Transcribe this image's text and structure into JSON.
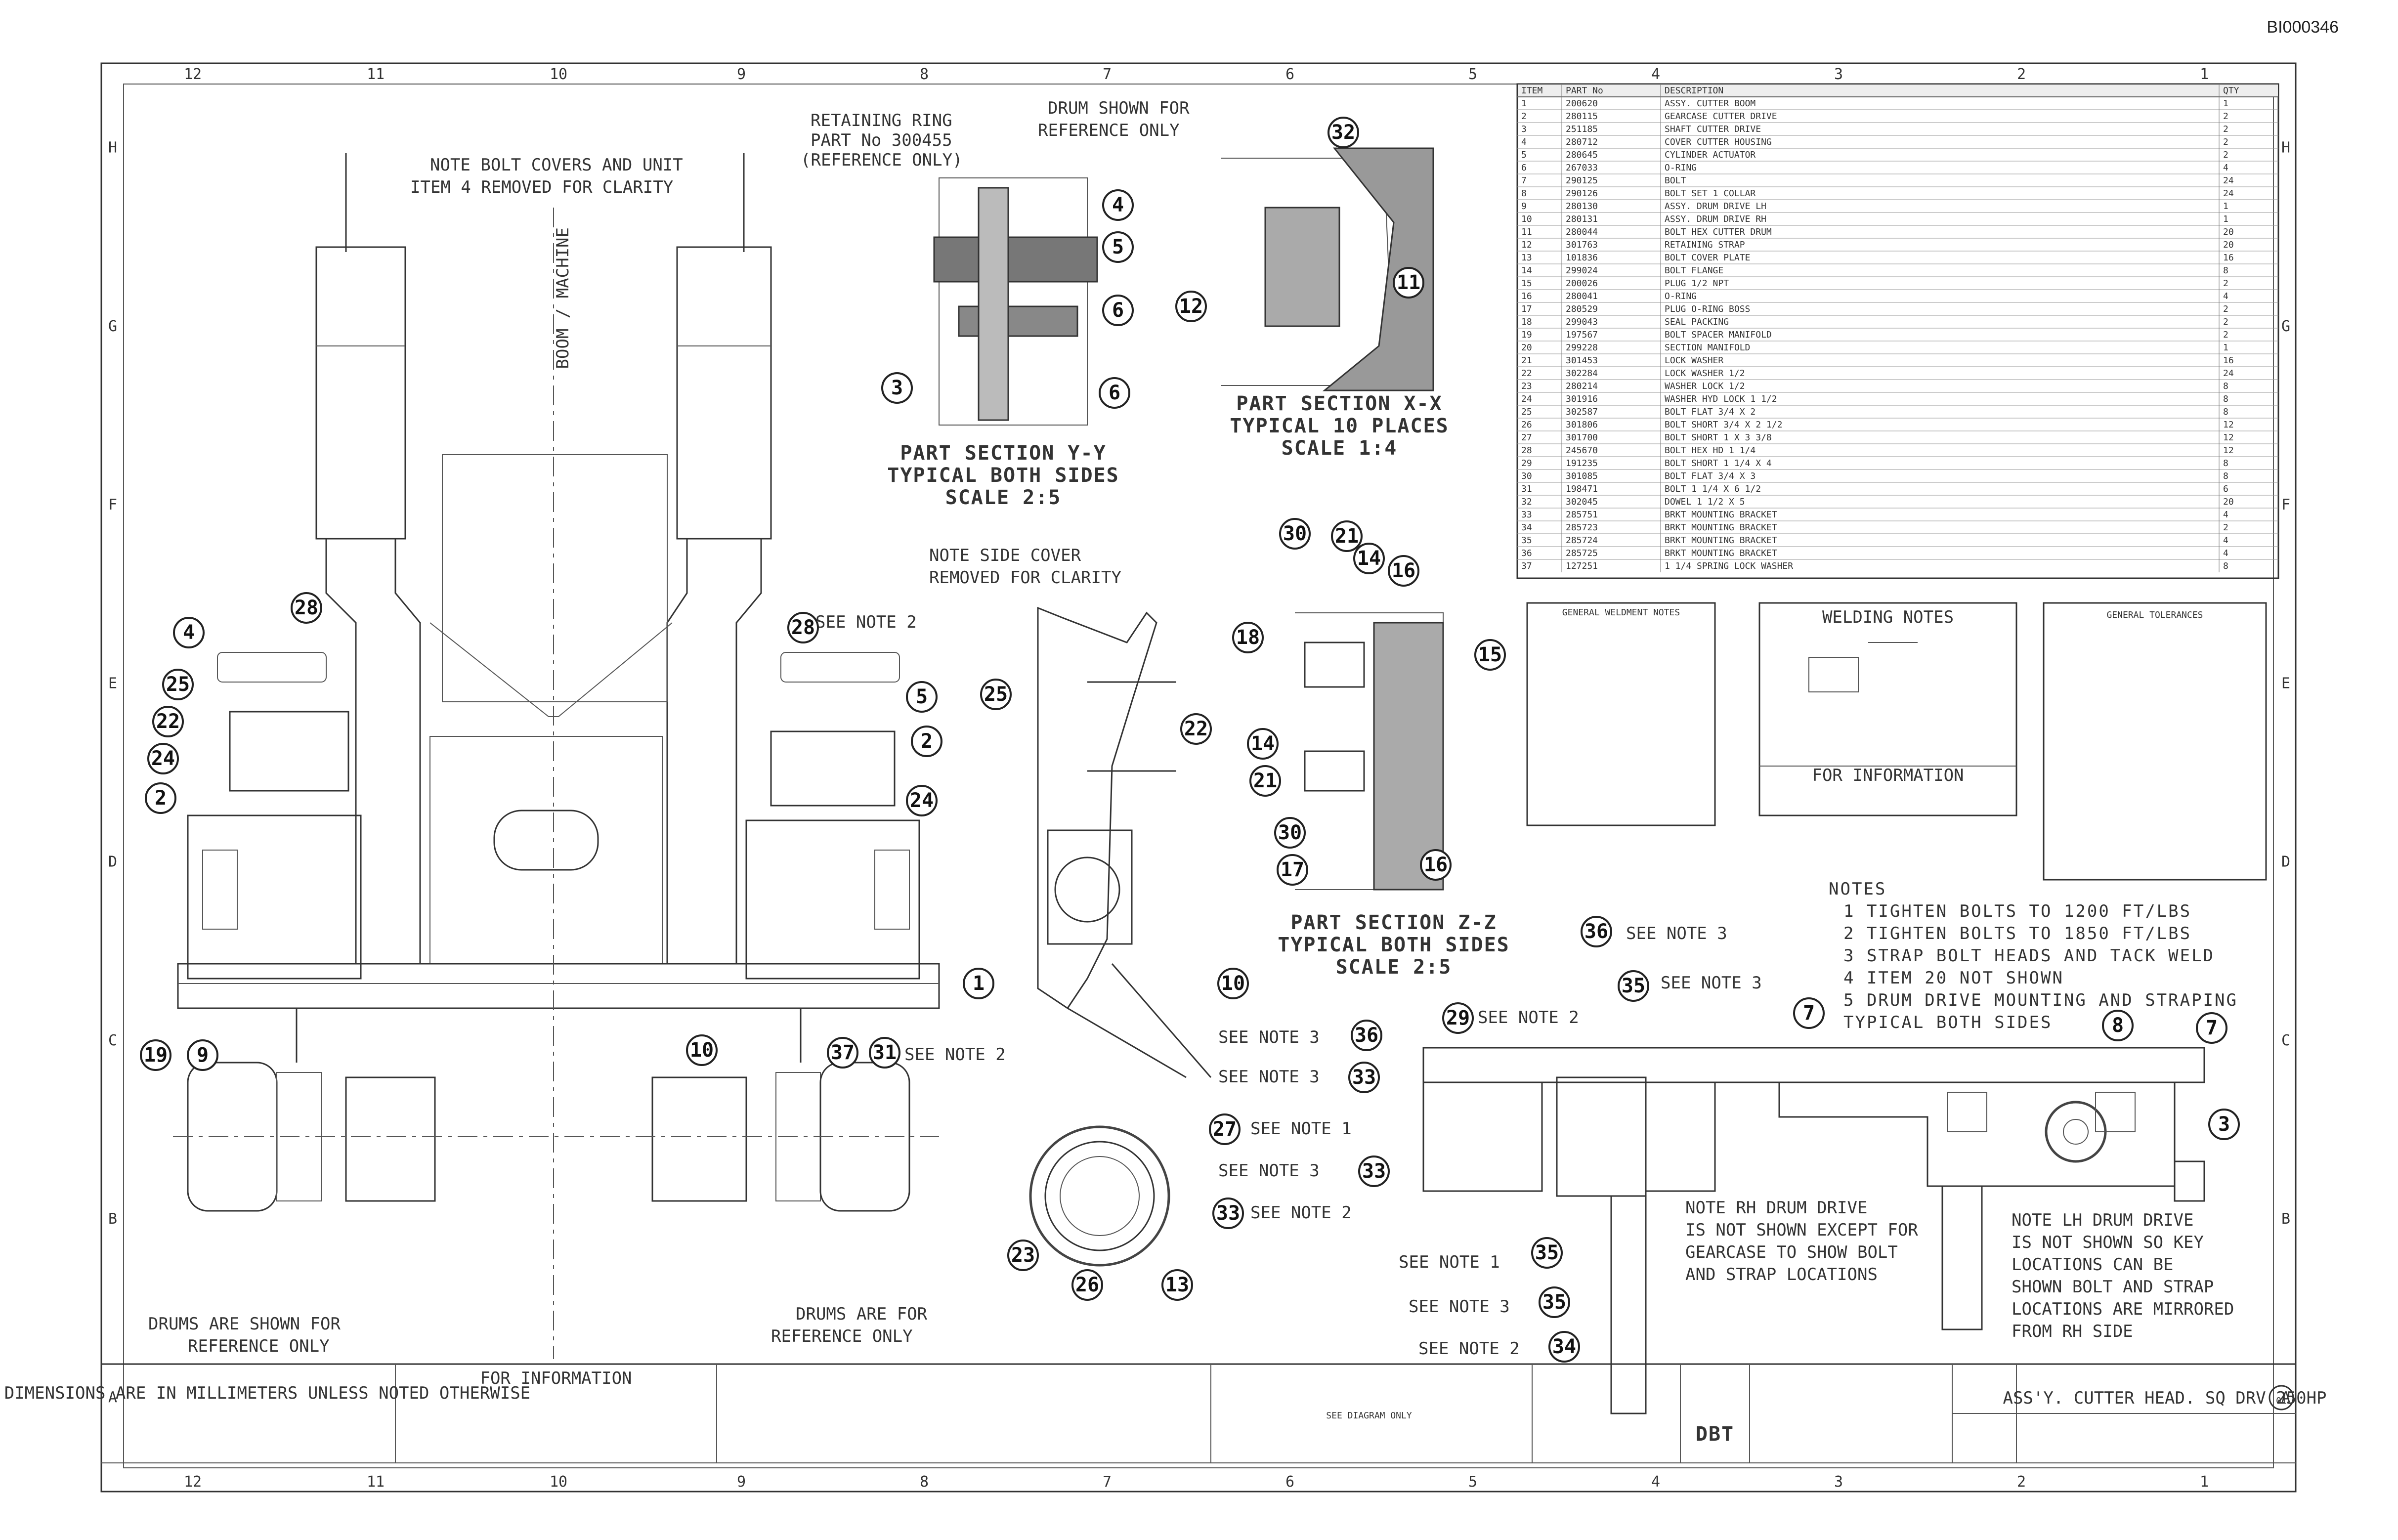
{
  "sheet_id": "BI000346",
  "title_block": {
    "title": "ASS'Y. CUTTER HEAD. SQ DRV 250HP",
    "revision": "01",
    "company": "DBT",
    "dimensions_note": "ALL DIMENSIONS ARE IN MILLIMETERS UNLESS NOTED OTHERWISE",
    "for_information": "FOR INFORMATION",
    "material": "SEE DIAGRAM ONLY"
  },
  "views": {
    "yy": {
      "title": "PART SECTION  Y-Y",
      "sub": "TYPICAL BOTH SIDES",
      "scale": "SCALE  2:5"
    },
    "xx": {
      "title": "PART SECTION  X-X",
      "sub": "TYPICAL 10 PLACES",
      "scale": "SCALE  1:4"
    },
    "zz": {
      "title": "PART SECTION  Z-Z",
      "sub": "TYPICAL BOTH SIDES",
      "scale": "SCALE  2:5"
    }
  },
  "annotations": {
    "retaining_ring": "RETAINING RING",
    "part_no": "PART No 300455",
    "reference_only": "(REFERENCE ONLY)",
    "drum_shown": "DRUM SHOWN FOR",
    "reference_only2": "REFERENCE ONLY",
    "note_bolt_removed_1": "NOTE  BOLT COVERS AND UNIT",
    "note_bolt_removed_2": "ITEM 4 REMOVED FOR CLARITY",
    "note_side_cover_1": "NOTE  SIDE COVER",
    "note_side_cover_2": "REMOVED FOR CLARITY",
    "boom_machine": "BOOM / MACHINE",
    "drums_shown_1": "DRUMS ARE SHOWN FOR",
    "drums_shown_2": "REFERENCE ONLY",
    "drums_ref_1": "DRUMS ARE FOR",
    "drums_ref_2": "REFERENCE ONLY",
    "rh_note_1": "NOTE  RH DRUM DRIVE",
    "rh_note_2": "IS NOT SHOWN EXCEPT FOR",
    "rh_note_3": "GEARCASE  TO SHOW BOLT",
    "rh_note_4": "AND STRAP LOCATIONS",
    "lh_note_1": "NOTE  LH DRUM DRIVE",
    "lh_note_2": "IS NOT SHOWN SO KEY",
    "lh_note_3": "LOCATIONS CAN BE",
    "lh_note_4": "SHOWN  BOLT AND STRAP",
    "lh_note_5": "LOCATIONS ARE MIRRORED",
    "lh_note_6": "FROM RH SIDE",
    "see_note_1": "SEE NOTE 1",
    "see_note_2": "SEE NOTE 2",
    "see_note_3": "SEE NOTE 3"
  },
  "notes": {
    "heading": "NOTES",
    "items": [
      "1  TIGHTEN BOLTS TO 1200 FT/LBS",
      "2  TIGHTEN BOLTS TO 1850 FT/LBS",
      "3  STRAP BOLT HEADS AND TACK WELD",
      "4  ITEM 20 NOT SHOWN",
      "5  DRUM DRIVE MOUNTING AND STRAPING",
      "   TYPICAL BOTH SIDES"
    ]
  },
  "boxes": {
    "welding_notes": "WELDING NOTES",
    "general_tolerances": "GENERAL TOLERANCES",
    "general_welding": "GENERAL WELDMENT NOTES",
    "for_information": "FOR INFORMATION"
  },
  "bom": {
    "headers": [
      "ITEM",
      "PART No",
      "DESCRIPTION",
      "QTY"
    ],
    "rows": [
      [
        "1",
        "200620",
        "ASSY. CUTTER BOOM",
        "1"
      ],
      [
        "2",
        "280115",
        "GEARCASE CUTTER DRIVE",
        "2"
      ],
      [
        "3",
        "251185",
        "SHAFT CUTTER DRIVE",
        "2"
      ],
      [
        "4",
        "280712",
        "COVER CUTTER HOUSING",
        "2"
      ],
      [
        "5",
        "280645",
        "CYLINDER ACTUATOR",
        "2"
      ],
      [
        "6",
        "267033",
        "O-RING",
        "4"
      ],
      [
        "7",
        "290125",
        "BOLT",
        "24"
      ],
      [
        "8",
        "290126",
        "BOLT SET 1 COLLAR",
        "24"
      ],
      [
        "9",
        "280130",
        "ASSY. DRUM DRIVE LH",
        "1"
      ],
      [
        "10",
        "280131",
        "ASSY. DRUM DRIVE RH",
        "1"
      ],
      [
        "11",
        "280044",
        "BOLT HEX CUTTER DRUM",
        "20"
      ],
      [
        "12",
        "301763",
        "RETAINING STRAP",
        "20"
      ],
      [
        "13",
        "101836",
        "BOLT COVER PLATE",
        "16"
      ],
      [
        "14",
        "299024",
        "BOLT FLANGE",
        "8"
      ],
      [
        "15",
        "200026",
        "PLUG 1/2 NPT",
        "2"
      ],
      [
        "16",
        "280041",
        "O-RING",
        "4"
      ],
      [
        "17",
        "280529",
        "PLUG O-RING BOSS",
        "2"
      ],
      [
        "18",
        "299043",
        "SEAL PACKING",
        "2"
      ],
      [
        "19",
        "197567",
        "BOLT SPACER MANIFOLD",
        "2"
      ],
      [
        "20",
        "299228",
        "SECTION MANIFOLD",
        "1"
      ],
      [
        "21",
        "301453",
        "LOCK WASHER",
        "16"
      ],
      [
        "22",
        "302284",
        "LOCK WASHER 1/2",
        "24"
      ],
      [
        "23",
        "280214",
        "WASHER LOCK 1/2",
        "8"
      ],
      [
        "24",
        "301916",
        "WASHER HYD LOCK 1 1/2",
        "8"
      ],
      [
        "25",
        "302587",
        "BOLT FLAT 3/4 X 2",
        "8"
      ],
      [
        "26",
        "301806",
        "BOLT SHORT 3/4 X 2 1/2",
        "12"
      ],
      [
        "27",
        "301700",
        "BOLT SHORT 1 X 3 3/8",
        "12"
      ],
      [
        "28",
        "245670",
        "BOLT HEX HD 1 1/4",
        "12"
      ],
      [
        "29",
        "191235",
        "BOLT SHORT 1 1/4 X 4",
        "8"
      ],
      [
        "30",
        "301085",
        "BOLT FLAT 3/4 X 3",
        "8"
      ],
      [
        "31",
        "198471",
        "BOLT 1 1/4 X 6 1/2",
        "6"
      ],
      [
        "32",
        "302045",
        "DOWEL 1 1/2 X 5",
        "20"
      ],
      [
        "33",
        "285751",
        "BRKT MOUNTING BRACKET",
        "4"
      ],
      [
        "34",
        "285723",
        "BRKT MOUNTING BRACKET",
        "2"
      ],
      [
        "35",
        "285724",
        "BRKT MOUNTING BRACKET",
        "4"
      ],
      [
        "36",
        "285725",
        "BRKT MOUNTING BRACKET",
        "4"
      ],
      [
        "37",
        "127251",
        "1 1/4 SPRING LOCK WASHER",
        "8"
      ]
    ]
  },
  "borders": {
    "columns": [
      "12",
      "11",
      "10",
      "9",
      "8",
      "7",
      "6",
      "5",
      "4",
      "3",
      "2",
      "1"
    ],
    "rows": [
      "H",
      "G",
      "F",
      "E",
      "D",
      "C",
      "B",
      "A"
    ]
  }
}
